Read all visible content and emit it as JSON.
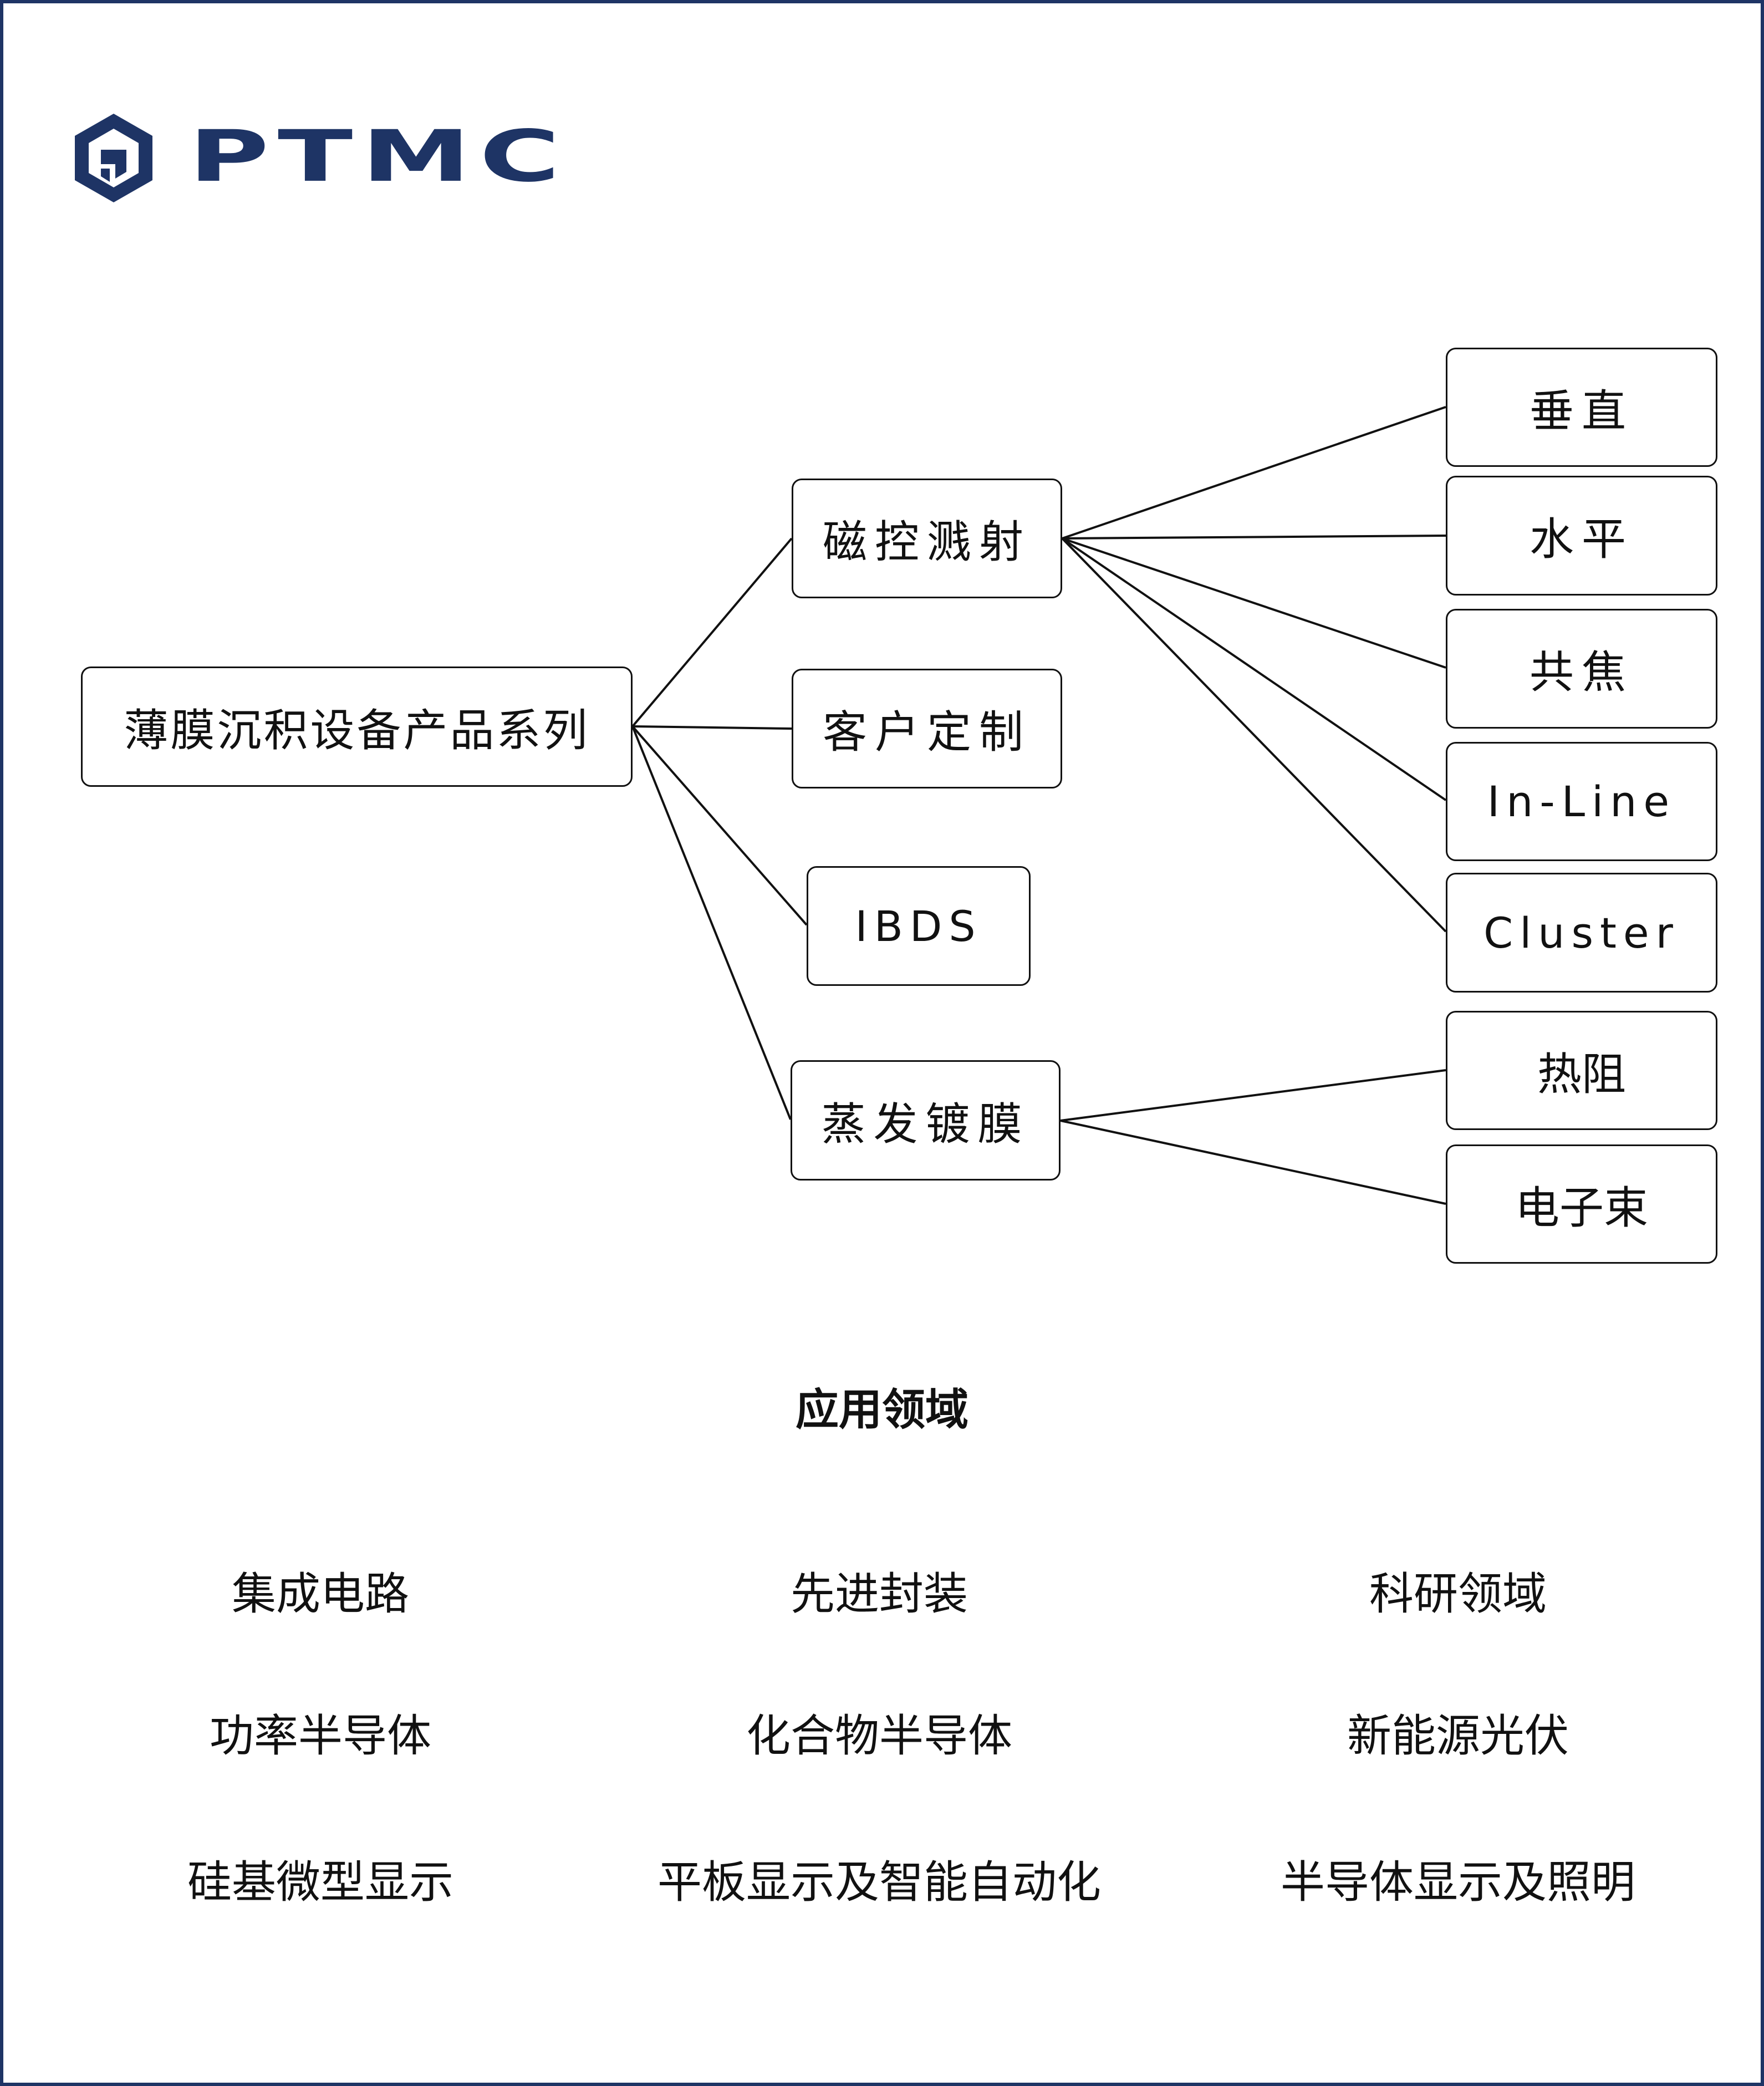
{
  "brand": {
    "name": "PTMC",
    "color": "#1e3465"
  },
  "tree": {
    "root": "薄膜沉积设备产品系列",
    "branches": [
      {
        "label": "磁控溅射",
        "children": [
          "垂直",
          "水平",
          "共焦",
          "In-Line",
          "Cluster"
        ]
      },
      {
        "label": "客户定制",
        "children": []
      },
      {
        "label": "IBDS",
        "children": []
      },
      {
        "label": "蒸发镀膜",
        "children": [
          "热阻",
          "电子束"
        ]
      }
    ]
  },
  "applications": {
    "title": "应用领域",
    "items": [
      [
        "集成电路",
        "先进封装",
        "科研领域"
      ],
      [
        "功率半导体",
        "化合物半导体",
        "新能源光伏"
      ],
      [
        "硅基微型显示",
        "平板显示及智能自动化",
        "半导体显示及照明"
      ]
    ]
  }
}
